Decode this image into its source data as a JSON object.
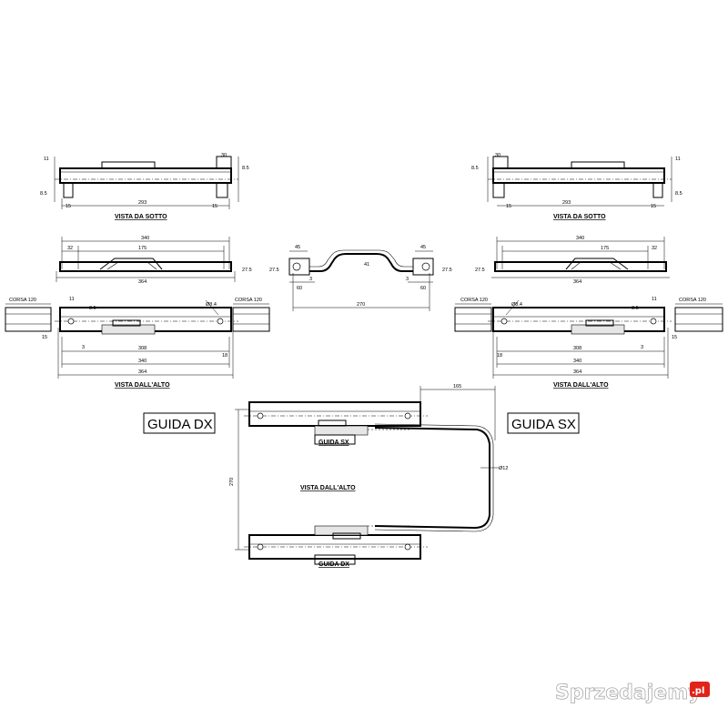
{
  "labels": {
    "view_below": "VISTA DA SOTTO",
    "view_above": "VISTA DALL'ALTO",
    "guide_dx": "GUIDA DX",
    "guide_sx": "GUIDA SX",
    "stroke": "CORSA 120"
  },
  "dims": {
    "d11": "11",
    "d30": "30",
    "d85": "8.5",
    "d15": "15",
    "d293": "293",
    "d340": "340",
    "d32": "32",
    "d175": "175",
    "d364": "364",
    "d275": "27.5",
    "d45": "45",
    "d3": "3",
    "d60": "60",
    "d270": "270",
    "d41": "41",
    "d308": "308",
    "d18": "18",
    "d165": "165",
    "d12": "Ø12",
    "d8_4": "Ø8.4"
  },
  "watermark": {
    "text": "Sprzedajemy",
    "suffix": ".pl",
    "accent": "#e2231a"
  }
}
